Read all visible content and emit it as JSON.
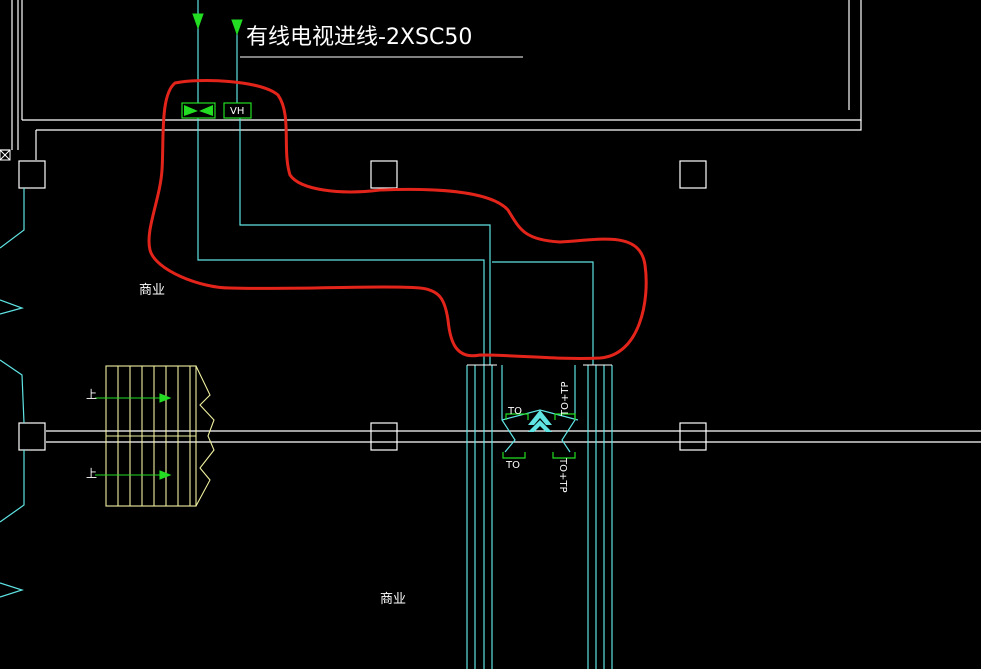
{
  "annotation": {
    "cable_tv_incoming": "有线电视进线-2XSC50"
  },
  "rooms": {
    "commercial_upper": "商业",
    "commercial_lower": "商业"
  },
  "stairs": {
    "up_label_1": "上",
    "up_label_2": "上"
  },
  "boxes": {
    "vh": "VH"
  },
  "outlets": {
    "to_top": "TO",
    "to_tp_top": "TO+TP",
    "to_bottom": "TO",
    "to_tp_bottom": "TO+TP"
  },
  "colors": {
    "background": "#000000",
    "wall": "#ffffff",
    "conduit": "#5fe3e3",
    "highlight": "#e3241b",
    "equipment": "#22dd22",
    "stair": "#f0f0a0"
  }
}
